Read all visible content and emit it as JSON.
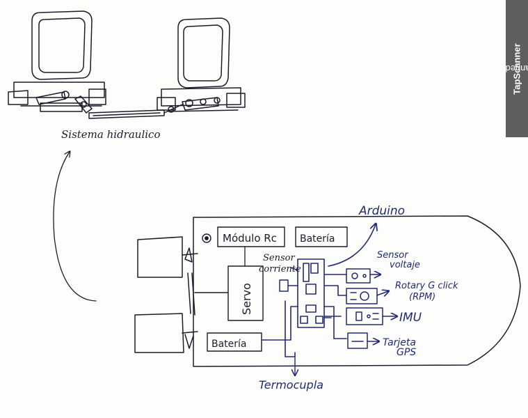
{
  "watermark": {
    "prefix": "Scanned by ",
    "brand": "TapScanner",
    "background": "#5e5e5e"
  },
  "ink": {
    "pencil": "#1b1b2b",
    "pen": "#1f2a73"
  },
  "labels": {
    "hydraulic": "Sistema hidraulico",
    "arduino": "Arduino",
    "rc_module": "Módulo Rc",
    "battery_top": "Batería",
    "battery_bottom": "Batería",
    "servo": "Servo",
    "current_sensor_1": "Sensor",
    "current_sensor_2": "corriente",
    "voltage_sensor_1": "Sensor",
    "voltage_sensor_2": "voltaje",
    "rotary_1": "Rotary G click",
    "rotary_2": "(RPM)",
    "imu": "IMU",
    "gps_1": "Tarjeta",
    "gps_2": "GPS",
    "thermocouple": "Termocupla"
  }
}
